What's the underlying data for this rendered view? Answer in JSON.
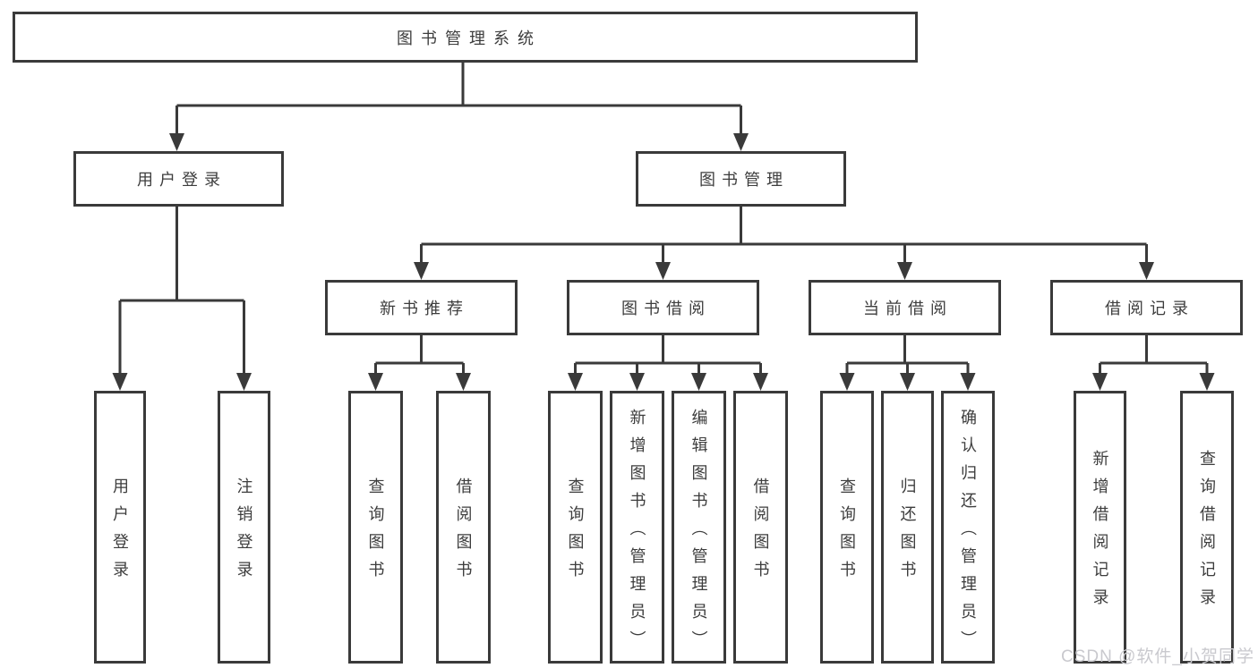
{
  "diagram": {
    "root": {
      "label": "图书管理系统"
    },
    "branches": [
      {
        "label": "用户登录",
        "children": [
          {
            "label": "用户登录"
          },
          {
            "label": "注销登录"
          }
        ]
      },
      {
        "label": "图书管理",
        "children": [
          {
            "label": "新书推荐",
            "children": [
              {
                "label": "查询图书"
              },
              {
                "label": "借阅图书"
              }
            ]
          },
          {
            "label": "图书借阅",
            "children": [
              {
                "label": "查询图书"
              },
              {
                "label": "新增图书（管理员）"
              },
              {
                "label": "编辑图书（管理员）"
              },
              {
                "label": "借阅图书"
              }
            ]
          },
          {
            "label": "当前借阅",
            "children": [
              {
                "label": "查询图书"
              },
              {
                "label": "归还图书"
              },
              {
                "label": "确认归还（管理员）"
              }
            ]
          },
          {
            "label": "借阅记录",
            "children": [
              {
                "label": "新增借阅记录"
              },
              {
                "label": "查询借阅记录"
              }
            ]
          }
        ]
      }
    ]
  },
  "watermark": {
    "text": "CSDN @软件_小贺同学"
  },
  "colors": {
    "line": "#3a3a3a",
    "text": "#3d3d3d",
    "watermark_text": "#c9c9ce",
    "background": "#ffffff"
  }
}
